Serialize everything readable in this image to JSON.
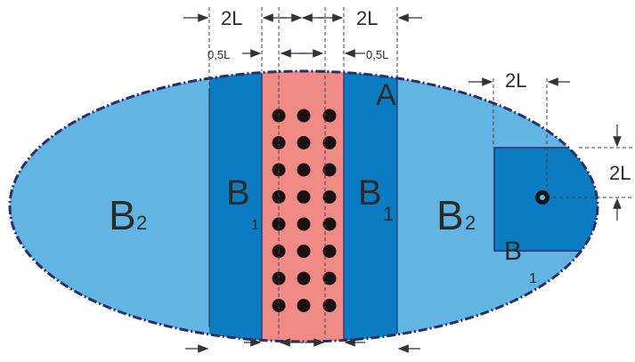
{
  "labels": {
    "top_dim_left": "2L",
    "top_dim_right": "2L",
    "half_dim_left": "0,5L",
    "half_dim_right": "0,5L",
    "zone_a": "A",
    "zone_b2_left": "B",
    "zone_b2_left_sub": "2",
    "zone_b1_left": "B",
    "zone_b1_left_sub": "1",
    "zone_b1_right": "B",
    "zone_b1_right_sub": "1",
    "zone_b2_right": "B",
    "zone_b2_right_sub": "2",
    "square_dim_top": "2L",
    "square_dim_side": "2L",
    "square_label": "B",
    "square_label_sub": "1"
  },
  "colors": {
    "zone_b2": "#62b5e3",
    "zone_b1": "#0b7cc2",
    "zone_a": "#f08a85",
    "outline": "#2a2d6e",
    "dots": "#1a1212",
    "lines": "#333333"
  },
  "dot_grid": {
    "rows": 8,
    "cols": 3
  }
}
